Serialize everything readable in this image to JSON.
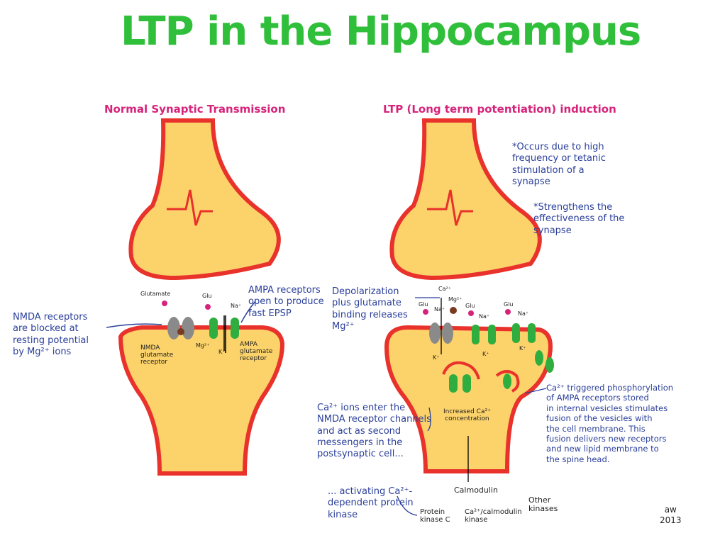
{
  "title": "LTP in the Hippocampus",
  "left_panel": {
    "heading": "Normal Synaptic Transmission",
    "nmda_note": "NMDA receptors\nare blocked at\nresting potential\nby Mg²⁺ ions",
    "ampa_note": "AMPA receptors\nopen to produce\nfast EPSP",
    "glutamate": "Glutamate",
    "glu": "Glu",
    "na": "Na⁺",
    "k": "K⁺",
    "mg": "Mg²⁺",
    "nmda_label": "NMDA\nglutamate\nreceptor",
    "ampa_label": "AMPA\nglutamate\nreceptor"
  },
  "right_panel": {
    "heading": "LTP (Long term potentiation) induction",
    "note1": "*Occurs due to high\nfrequency or tetanic\nstimulation of a\nsynapse",
    "note2": "*Strengthens the\neffectiveness of the\nsynapse",
    "depol_note": "Depolarization\nplus glutamate\nbinding releases\nMg²⁺",
    "ca_top": "Ca²⁺",
    "mg_top": "Mg²⁺",
    "glu": "Glu",
    "na": "Na⁺",
    "k": "K⁺",
    "ca_enter_note": "Ca²⁺ ions enter the\nNMDA receptor channels\nand act as second\nmessengers in the\npostsynaptic cell...",
    "increased_ca": "Increased Ca²⁺\nconcentration",
    "phospho_note": "Ca²⁺ triggered phosphorylation\nof AMPA receptors stored\nin internal vesicles stimulates\nfusion of the vesicles with\nthe cell membrane. This\nfusion delivers new receptors\nand new lipid membrane to\nthe spine head.",
    "activating_note": "... activating Ca²⁺-\ndependent protein\nkinase",
    "calmodulin": "Calmodulin",
    "other_kinases": "Other\nkinases",
    "pkc": "Protein\nkinase C",
    "camk": "Ca²⁺/calmodulin\nkinase"
  },
  "signature": "aw\n2013",
  "colors": {
    "title": "#2fbf3a",
    "heading": "#d6237a",
    "cell_fill": "#fcd36a",
    "cell_outline": "#e8322b",
    "receptor_green": "#2fae3f",
    "receptor_gray": "#8a8a8a",
    "annotation": "#2a3f9a",
    "glutamate_dot": "#d6237a",
    "mg_dot": "#7a3a22"
  }
}
